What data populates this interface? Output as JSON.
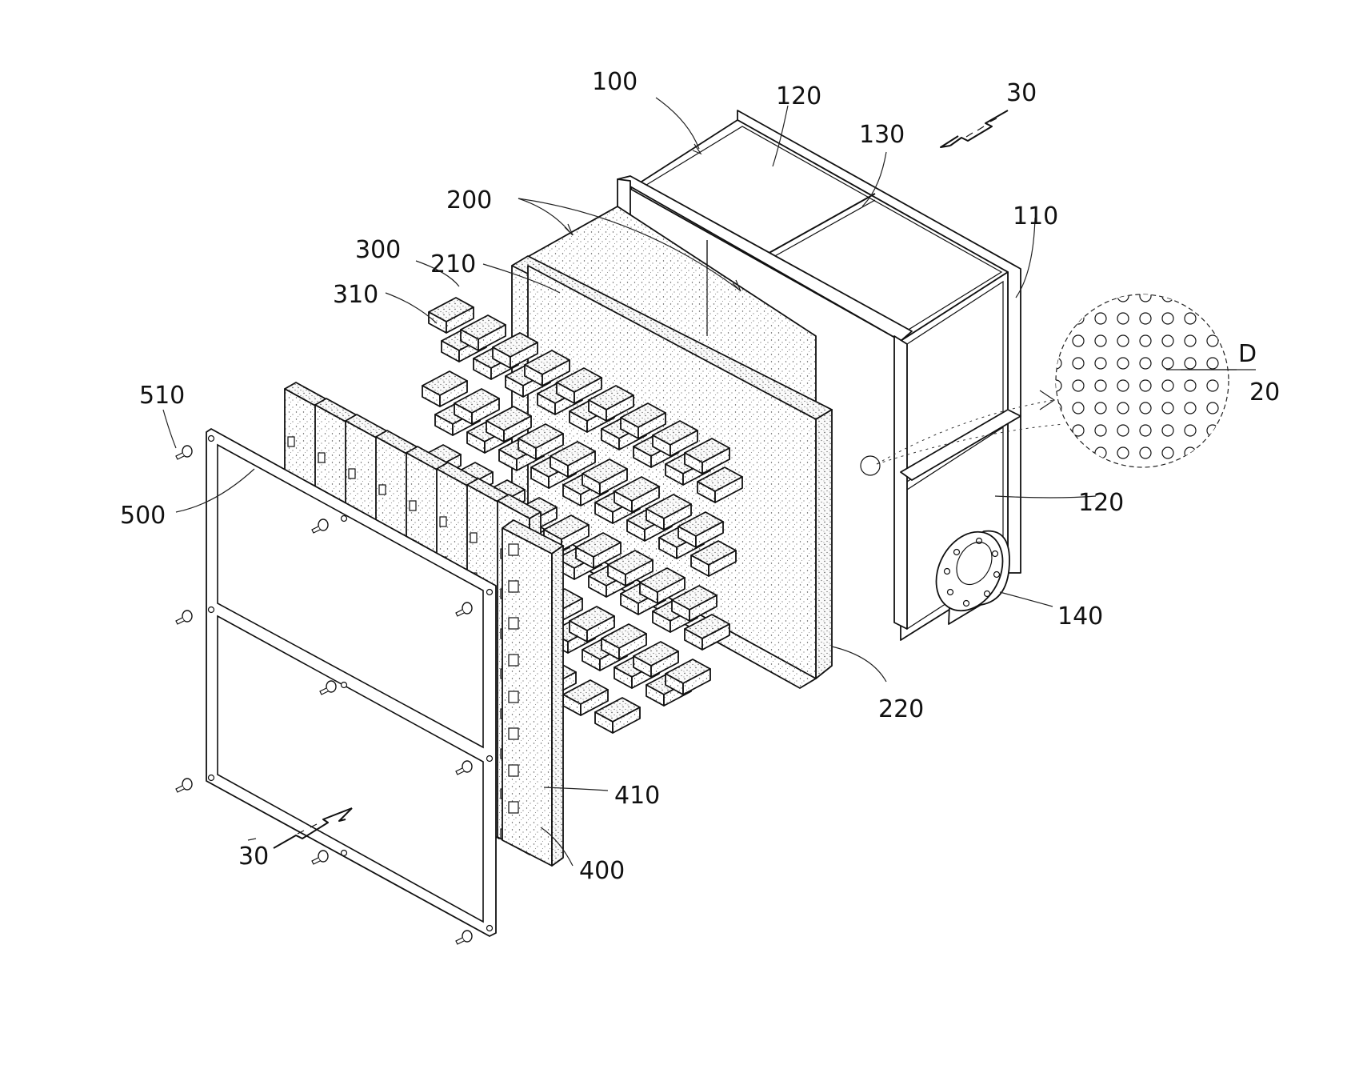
{
  "labels": {
    "l100": "100",
    "l120_top": "120",
    "l30_top": "30",
    "l130": "130",
    "l200": "200",
    "l110": "110",
    "l300": "300",
    "l210": "210",
    "l310": "310",
    "l510": "510",
    "l500": "500",
    "lD": "D",
    "l20": "20",
    "l120_right": "120",
    "l140": "140",
    "l220": "220",
    "l410": "410",
    "l30_bottom": "30",
    "l400": "400"
  }
}
